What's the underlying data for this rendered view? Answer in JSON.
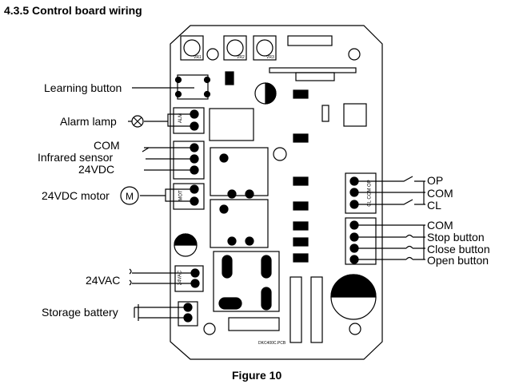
{
  "section_title": "4.3.5 Control board wiring",
  "caption": "Figure 10",
  "left_labels": {
    "learning_button": "Learning button",
    "alarm_lamp": "Alarm lamp",
    "com": "COM",
    "infrared_sensor": "Infrared sensor",
    "vdc24": "24VDC",
    "motor": "24VDC motor",
    "vac24": "24VAC",
    "battery": "Storage battery"
  },
  "right_labels": {
    "op": "OP",
    "com1": "COM",
    "cl": "CL",
    "com2": "COM",
    "stop": "Stop button",
    "close": "Close button",
    "open": "Open button"
  },
  "board_labels": {
    "vr1": "VR1",
    "vr2": "VR2",
    "vr3": "VR3",
    "alm": "ALM",
    "mot": "MOT",
    "vac": "24VAC",
    "j10": "CL COM OP",
    "pcb": "DKC400C.PCB"
  }
}
